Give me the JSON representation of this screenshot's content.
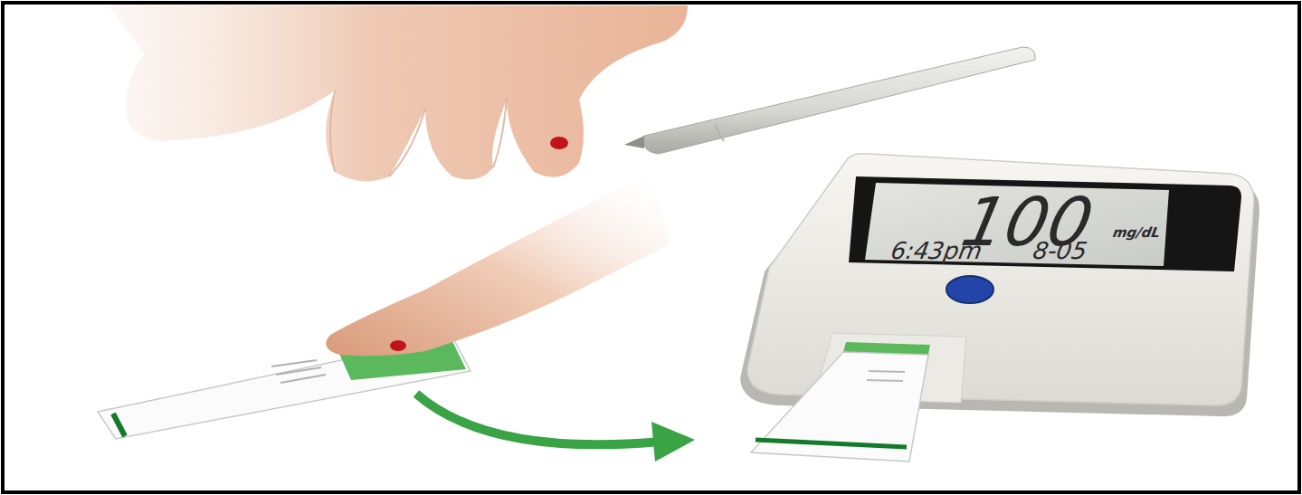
{
  "diagram": {
    "labels": [
      "100",
      "mg/dL",
      "6:43pm",
      "8-05"
    ]
  }
}
